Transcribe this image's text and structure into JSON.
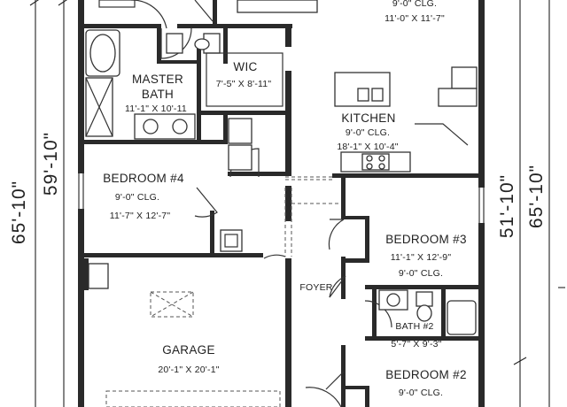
{
  "plan": {
    "top_room": {
      "ceiling": "9'-0\" CLG.",
      "size": "11'-0\" X 11'-7\""
    },
    "master_bath": {
      "name_line1": "MASTER",
      "name_line2": "BATH",
      "size": "11'-1\" X 10'-11"
    },
    "wic": {
      "name": "WIC",
      "size": "7'-5\" X 8'-11\""
    },
    "kitchen": {
      "name": "KITCHEN",
      "ceiling": "9'-0\" CLG.",
      "size": "18'-1\" X 10'-4\""
    },
    "bedroom4": {
      "name": "BEDROOM #4",
      "ceiling": "9'-0\" CLG.",
      "size": "11'-7\" X 12'-7\""
    },
    "bedroom3": {
      "name": "BEDROOM #3",
      "size": "11'-1\" X 12'-9\"",
      "ceiling": "9'-0\" CLG."
    },
    "foyer": {
      "name": "FOYER"
    },
    "bath2": {
      "name": "BATH #2",
      "size": "5'-7\" X 9'-3\""
    },
    "garage": {
      "name": "GARAGE",
      "size": "20'-1\" X 20'-1\""
    },
    "bedroom2": {
      "name": "BEDROOM #2",
      "ceiling": "9'-0\" CLG."
    },
    "dimensions": {
      "left_outer": "65'-10\"",
      "left_inner": "59'-10\"",
      "right_inner": "51'-10\"",
      "right_outer": "65'-10\""
    }
  }
}
